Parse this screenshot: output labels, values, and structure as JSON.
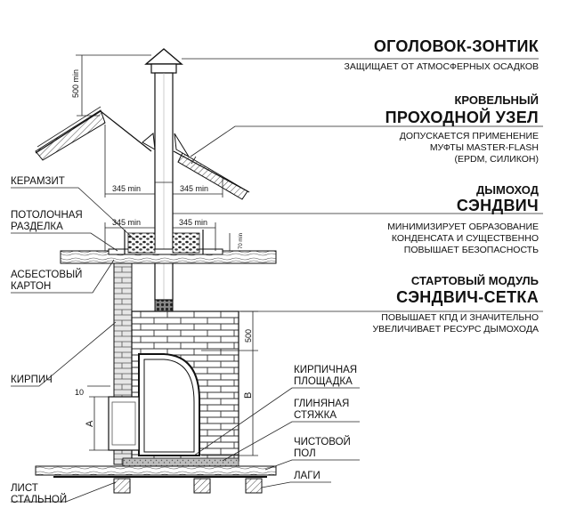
{
  "right_labels": {
    "cap": {
      "title": "ОГОЛОВОК-ЗОНТИК",
      "desc": "ЗАЩИЩАЕТ ОТ АТМОСФЕРНЫХ ОСАДКОВ"
    },
    "roof_pass": {
      "title_1": "КРОВЕЛЬНЫЙ",
      "title_2": "ПРОХОДНОЙ УЗЕЛ",
      "desc_1": "ДОПУСКАЕТСЯ ПРИМЕНЕНИЕ",
      "desc_2": "МУФТЫ MASTER-FLASH",
      "desc_3": "(EPDM, СИЛИКОН)"
    },
    "chimney": {
      "title_1": "ДЫМОХОД",
      "title_2": "СЭНДВИЧ",
      "desc_1": "МИНИМИЗИРУЕТ ОБРАЗОВАНИЕ",
      "desc_2": "КОНДЕНСАТА И СУЩЕСТВЕННО",
      "desc_3": "ПОВЫШАЕТ БЕЗОПАСНОСТЬ"
    },
    "start_module": {
      "title_1": "СТАРТОВЫЙ МОДУЛЬ",
      "title_2": "СЭНДВИЧ-СЕТКА",
      "desc_1": "ПОВЫШАЕТ КПД И ЗНАЧИТЕЛЬНО",
      "desc_2": "УВЕЛИЧИВАЕТ РЕСУРС ДЫМОХОДА"
    }
  },
  "left_labels": {
    "keramzit": "КЕРАМЗИТ",
    "ceiling_1": "ПОТОЛОЧНАЯ",
    "ceiling_2": "РАЗДЕЛКА",
    "asbestos_1": "АСБЕСТОВЫЙ",
    "asbestos_2": "КАРТОН",
    "brick": "КИРПИЧ",
    "steel_1": "ЛИСТ",
    "steel_2": "СТАЛЬНОЙ"
  },
  "bottom_right_labels": {
    "brick_pad_1": "КИРПИЧНАЯ",
    "brick_pad_2": "ПЛОЩАДКА",
    "clay_1": "ГЛИНЯНАЯ",
    "clay_2": "СТЯЖКА",
    "floor_1": "ЧИСТОВОЙ",
    "floor_2": "ПОЛ",
    "joists": "ЛАГИ"
  },
  "dimensions": {
    "cap_height": "500 min",
    "roof_left": "345 min",
    "roof_right": "345 min",
    "ceiling_left": "345 min",
    "ceiling_right": "345 min",
    "insulation": "70 min",
    "brick_height": "500",
    "dim_b": "B",
    "dim_a": "A",
    "dim_10": "10"
  }
}
